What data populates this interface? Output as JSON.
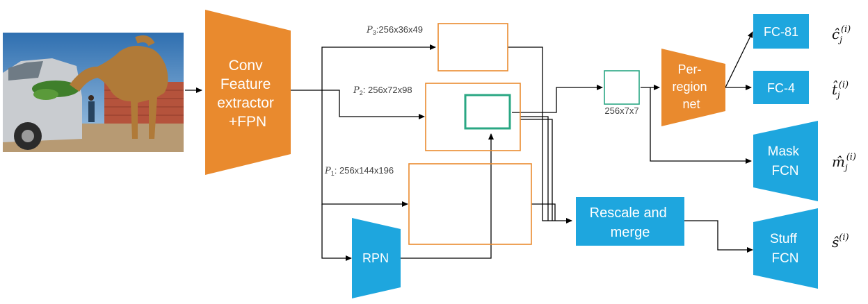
{
  "nodes": {
    "backbone": {
      "lines": [
        "Conv",
        "Feature",
        "extractor",
        "+FPN"
      ]
    },
    "rpn": {
      "label": "RPN"
    },
    "per_region_net": {
      "lines": [
        "Per-",
        "region",
        "net"
      ]
    },
    "fc81": {
      "label": "FC-81"
    },
    "fc4": {
      "label": "FC-4"
    },
    "mask_fcn": {
      "lines": [
        "Mask",
        "FCN"
      ]
    },
    "rescale_merge": {
      "lines": [
        "Rescale and",
        "merge"
      ]
    },
    "stuff_fcn": {
      "lines": [
        "Stuff",
        "FCN"
      ]
    }
  },
  "features": {
    "p3": {
      "symbol": "P",
      "sub": "3",
      "dims": ":256x36x49"
    },
    "p2": {
      "symbol": "P",
      "sub": "2",
      "dims": ": 256x72x98"
    },
    "p1": {
      "symbol": "P",
      "sub": "1",
      "dims": ": 256x144x196"
    },
    "roi": {
      "dims": "256x7x7"
    }
  },
  "outputs": {
    "class": {
      "base": "ĉ",
      "sub": "j",
      "sup": "(i)"
    },
    "box": {
      "base": "t̂",
      "sub": "j",
      "sup": "(i)"
    },
    "mask": {
      "base": "m̂",
      "sub": "j",
      "sup": "(i)"
    },
    "stuff": {
      "base": "ŝ",
      "sub": "",
      "sup": "(i)"
    }
  },
  "colors": {
    "orange": "#E98A2E",
    "blue": "#1EA6DE",
    "teal": "#2AA783",
    "wire": "#000000"
  }
}
